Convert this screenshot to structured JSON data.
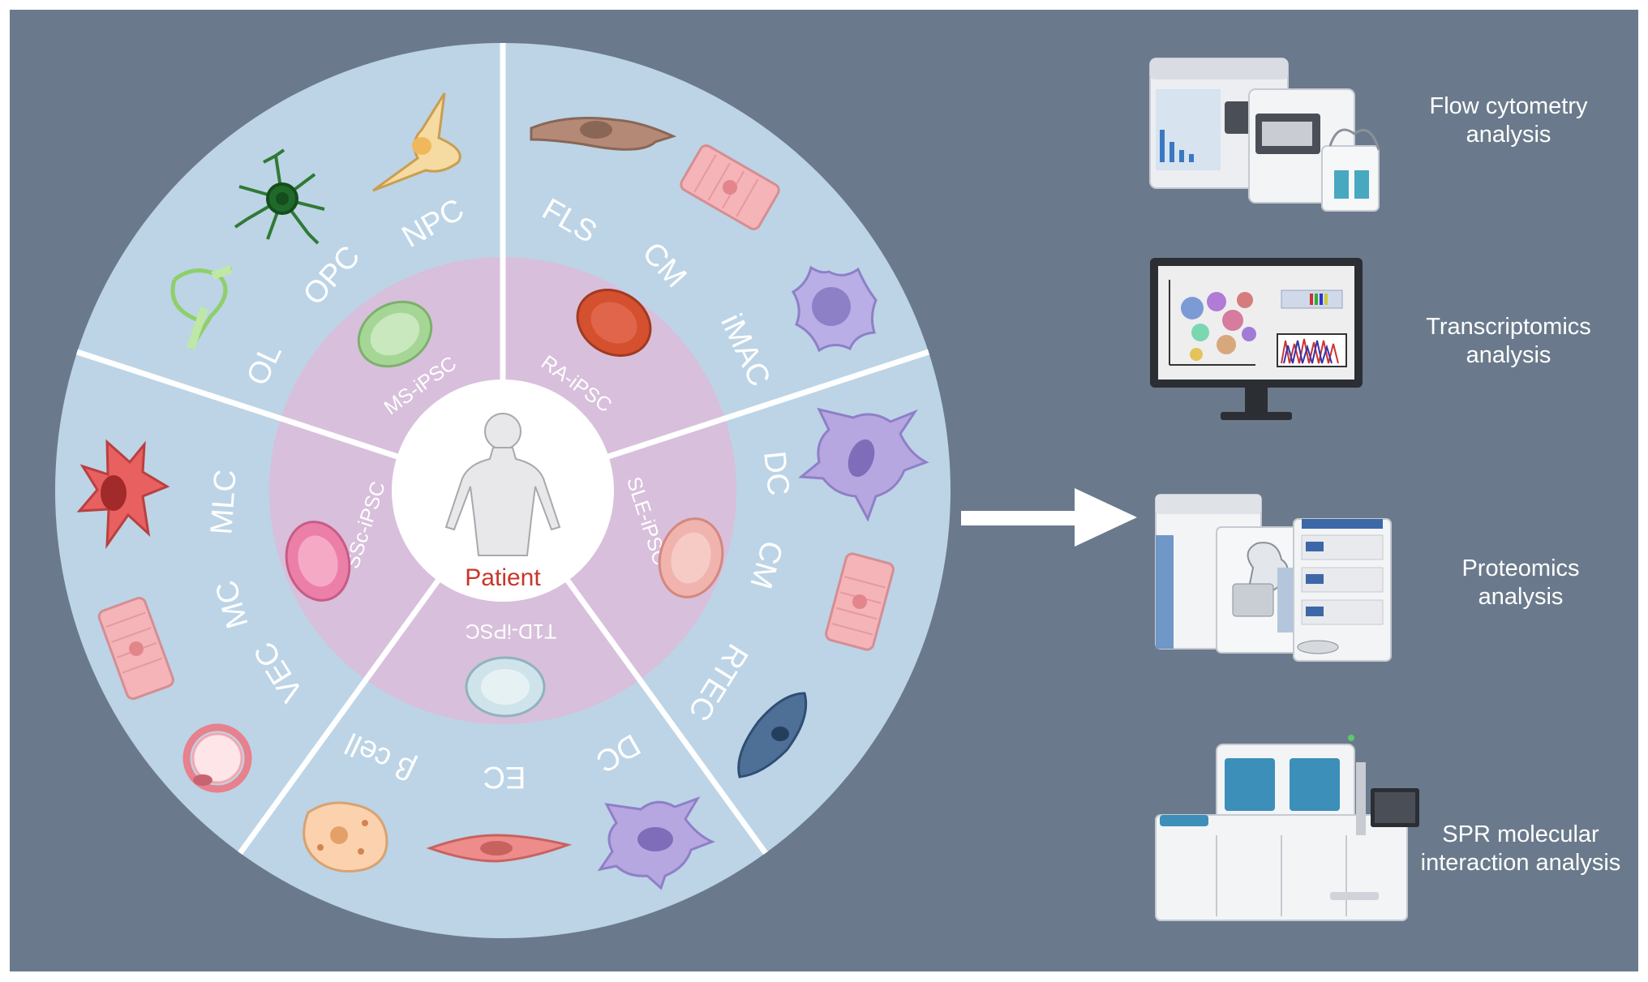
{
  "patient": {
    "label": "Patient"
  },
  "ipsc_ring": [
    {
      "label": "MS-iPSC"
    },
    {
      "label": "RA-iPSC"
    },
    {
      "label": "SLE-iPSC"
    },
    {
      "label": "T1D-iPSC"
    },
    {
      "label": "SSc-iPSC"
    }
  ],
  "cell_types": [
    {
      "label": "NPC"
    },
    {
      "label": "OPC"
    },
    {
      "label": "OL"
    },
    {
      "label": "FLS"
    },
    {
      "label": "CM"
    },
    {
      "label": "iMAC"
    },
    {
      "label": "DC"
    },
    {
      "label": "CM"
    },
    {
      "label": "RTEC"
    },
    {
      "label": "DC"
    },
    {
      "label": "EC"
    },
    {
      "label": "β cell"
    },
    {
      "label": "VEC"
    },
    {
      "label": "MC"
    },
    {
      "label": "MLC"
    }
  ],
  "analyses": [
    {
      "label": "Flow cytometry\nanalysis",
      "icon": "flow-cytometer-icon"
    },
    {
      "label": "Transcriptomics\nanalysis",
      "icon": "monitor-icon"
    },
    {
      "label": "Proteomics\nanalysis",
      "icon": "mass-spectrometer-icon"
    },
    {
      "label": "SPR molecular\ninteraction analysis",
      "icon": "spr-instrument-icon"
    }
  ],
  "colors": {
    "background": "#6a7a8c",
    "outer_ring": "#bcd4e6",
    "inner_ring": "#d8bfdc",
    "center": "#ffffff",
    "patient_text": "#c9352b",
    "divider": "#ffffff"
  }
}
